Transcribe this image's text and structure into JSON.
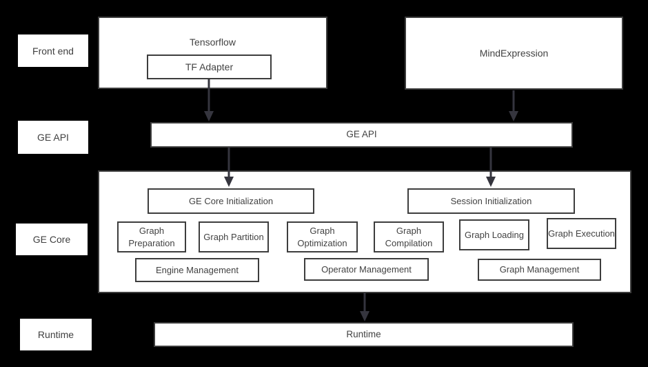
{
  "colors": {
    "background": "#000000",
    "box_fill": "#ffffff",
    "border": "#3d3d3d",
    "text": "#424242",
    "arrow": "#35353e"
  },
  "row_labels": {
    "front_end": "Front end",
    "ge_api": "GE API",
    "ge_core": "GE Core",
    "runtime": "Runtime"
  },
  "front_end": {
    "tensorflow_label": "Tensorflow",
    "tf_adapter_label": "TF Adapter",
    "mind_expression_label": "MindExpression"
  },
  "ge_api": {
    "bar_label": "GE API"
  },
  "ge_core": {
    "ge_core_init_label": "GE Core Initialization",
    "session_init_label": "Session Initialization",
    "stages": [
      {
        "label": "Graph Preparation"
      },
      {
        "label": "Graph Partition"
      },
      {
        "label": "Graph Optimization"
      },
      {
        "label": "Graph Compilation"
      },
      {
        "label": "Graph Loading"
      },
      {
        "label": "Graph Execution"
      }
    ],
    "management": [
      {
        "label": "Engine Management"
      },
      {
        "label": "Operator Management"
      },
      {
        "label": "Graph Management"
      }
    ]
  },
  "runtime": {
    "bar_label": "Runtime"
  }
}
